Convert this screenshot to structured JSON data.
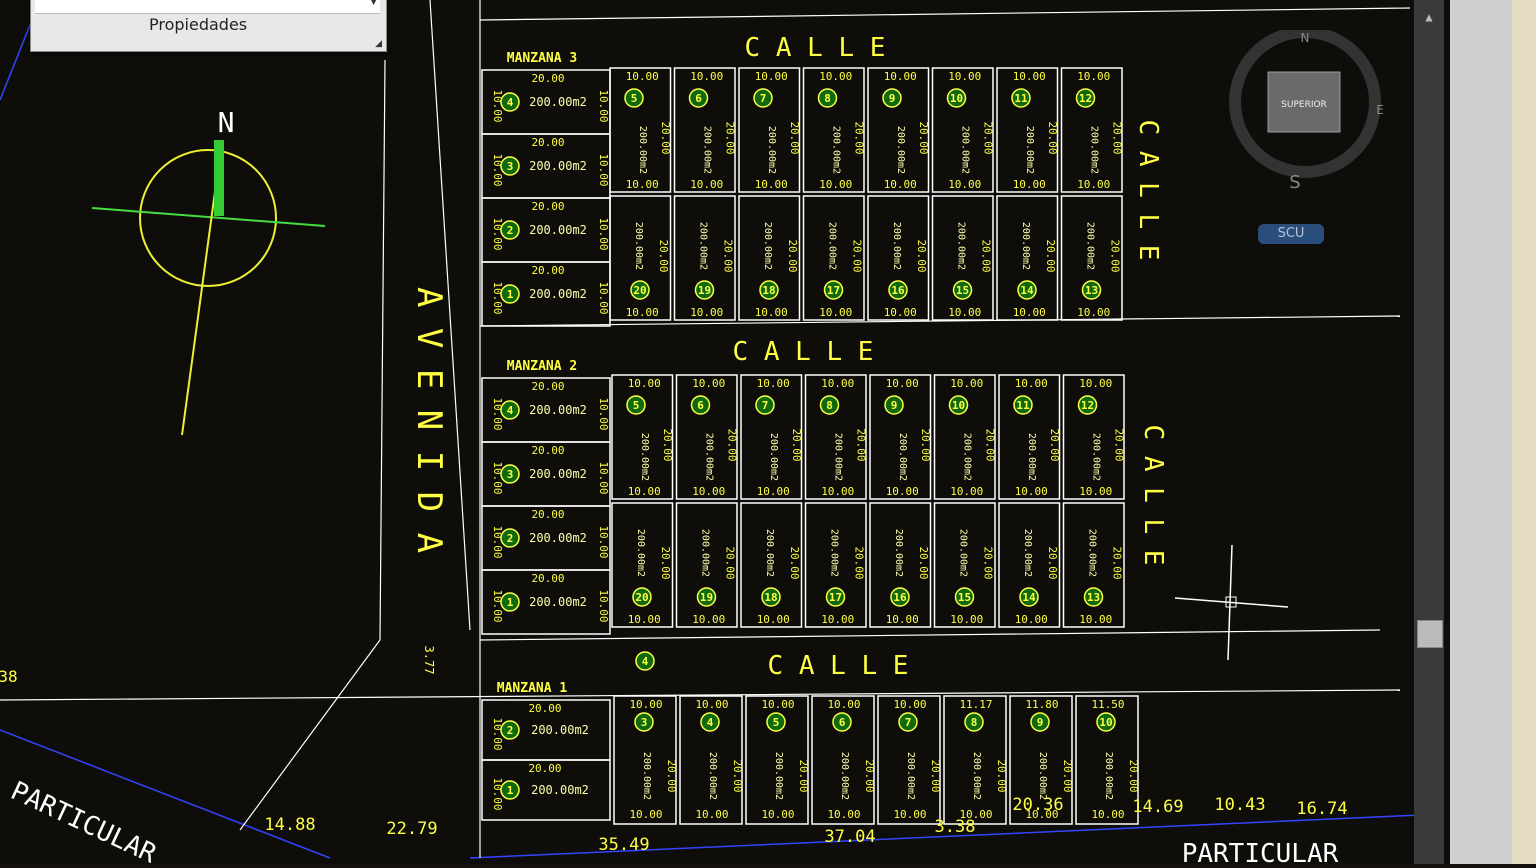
{
  "app": {
    "properties_panel": {
      "title": "Propiedades"
    },
    "nav_badge": "SCU",
    "viewcube": {
      "top": "SUPERIOR",
      "n": "N",
      "s": "S",
      "e": "E"
    }
  },
  "drawing": {
    "north_label": "N",
    "avenue_label": "A V E N I D A",
    "street_label": "C A L L E",
    "particular_label": "PARTICULAR",
    "bottom_dims": [
      "14.88",
      "22.79",
      "35.49",
      "37.04",
      "3.38",
      "20.36",
      "14.69",
      "10.43",
      "16.74"
    ],
    "side_dim": "3.77",
    "edge_dim": "38",
    "blocks": [
      {
        "name": "MANZANA 3",
        "left_lots": [
          {
            "num": "4",
            "area": "200.00m2"
          },
          {
            "num": "3",
            "area": "200.00m2"
          },
          {
            "num": "2",
            "area": "200.00m2"
          },
          {
            "num": "1",
            "area": "200.00m2"
          }
        ],
        "top_lots": [
          "5",
          "6",
          "7",
          "8",
          "9",
          "10",
          "11",
          "12"
        ],
        "bottom_lots": [
          "20",
          "19",
          "18",
          "17",
          "16",
          "15",
          "14",
          "13"
        ],
        "area": "200.00m2",
        "w": "10.00",
        "d": "20.00"
      },
      {
        "name": "MANZANA 2",
        "left_lots": [
          {
            "num": "4",
            "area": "200.00m2"
          },
          {
            "num": "3",
            "area": "200.00m2"
          },
          {
            "num": "2",
            "area": "200.00m2"
          },
          {
            "num": "1",
            "area": "200.00m2"
          }
        ],
        "top_lots": [
          "5",
          "6",
          "7",
          "8",
          "9",
          "10",
          "11",
          "12"
        ],
        "bottom_lots": [
          "20",
          "19",
          "18",
          "17",
          "16",
          "15",
          "14",
          "13"
        ],
        "area": "200.00m2",
        "w": "10.00",
        "d": "20.00"
      },
      {
        "name": "MANZANA 1",
        "left_lots": [
          {
            "num": "2",
            "area": "200.00m2"
          },
          {
            "num": "1",
            "area": "200.00m2"
          }
        ],
        "lots": [
          "3",
          "4",
          "5",
          "6",
          "7",
          "8",
          "9",
          "10"
        ],
        "top_widths": [
          "10.00",
          "10.00",
          "10.00",
          "10.00",
          "10.00",
          "11.17",
          "11.80",
          "11.50"
        ],
        "street_lot": "4",
        "area": "200.00m2",
        "w": "10.00",
        "d": "20.00"
      }
    ]
  }
}
